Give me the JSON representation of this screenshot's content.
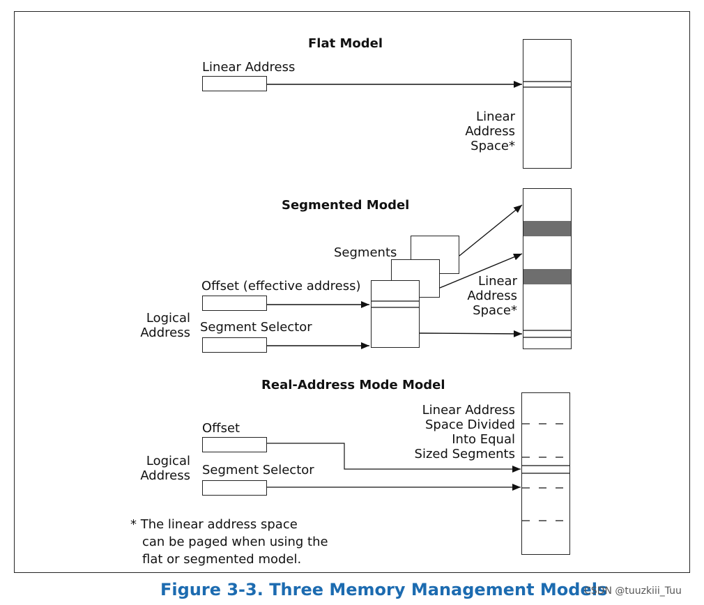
{
  "flat": {
    "title": "Flat Model",
    "linear_address_label": "Linear Address",
    "space_label": [
      "Linear",
      "Address",
      "Space*"
    ]
  },
  "segmented": {
    "title": "Segmented Model",
    "segments_label": "Segments",
    "offset_label": "Offset (effective address)",
    "selector_label": "Segment Selector",
    "logical_address_label": [
      "Logical",
      "Address"
    ],
    "space_label": [
      "Linear",
      "Address",
      "Space*"
    ]
  },
  "real_mode": {
    "title": "Real-Address Mode Model",
    "space_label": [
      "Linear Address",
      "Space Divided",
      "Into Equal",
      "Sized Segments"
    ],
    "offset_label": "Offset",
    "selector_label": "Segment Selector",
    "logical_address_label": [
      "Logical",
      "Address"
    ]
  },
  "footnote": [
    "* The linear address space",
    "can be paged when using the",
    "flat or segmented model."
  ],
  "caption": "Figure 3-3.  Three Memory Management Models",
  "watermark": "CSDN @tuuzkiii_Tuu",
  "colors": {
    "caption": "#1c6bb0",
    "segment_fill": "#6e6e6e",
    "line": "#111111"
  }
}
